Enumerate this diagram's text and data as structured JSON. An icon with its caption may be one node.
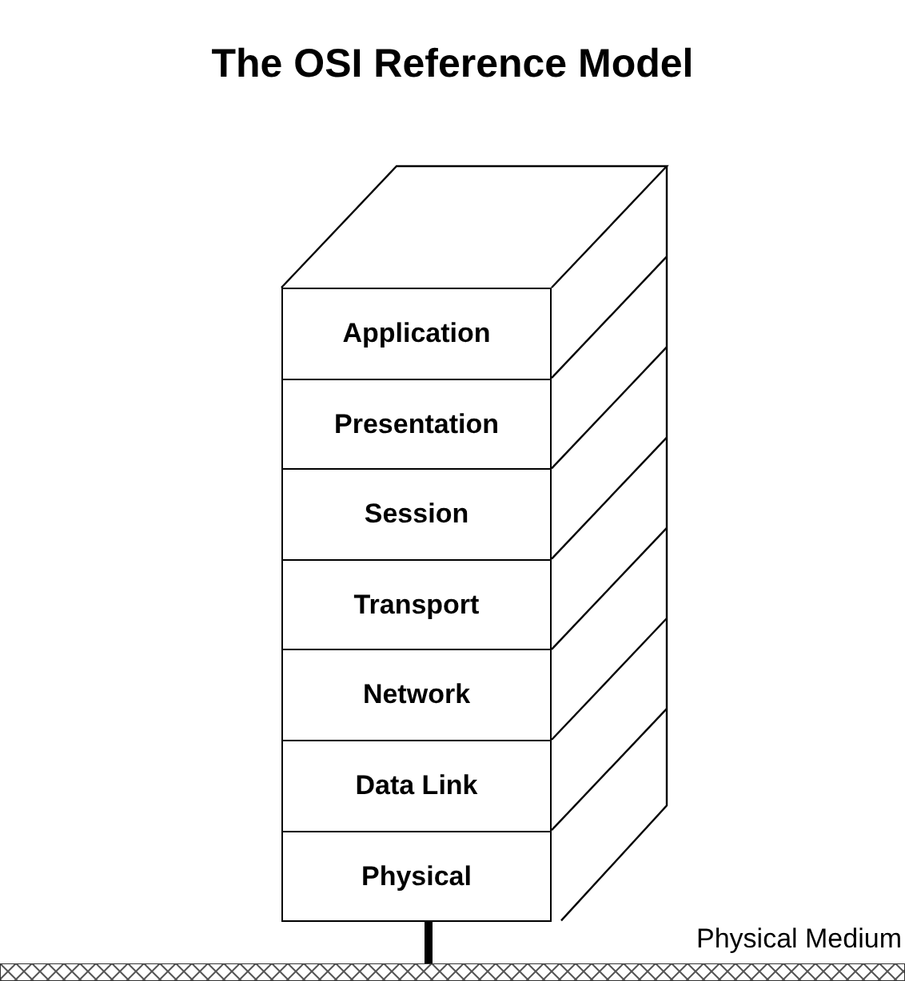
{
  "diagram": {
    "title": "The OSI Reference Model",
    "nodes": [
      {
        "text": [
          "Application"
        ]
      },
      {
        "text": [
          "Presentation"
        ]
      },
      {
        "text": [
          "Session"
        ]
      },
      {
        "text": [
          "Transport"
        ]
      },
      {
        "text": [
          "Network"
        ]
      },
      {
        "text": [
          "Data Link"
        ]
      },
      {
        "text": [
          "Physical"
        ]
      },
      {
        "text": [
          "Physical Medium"
        ]
      }
    ],
    "edges": [
      {
        "from": 6,
        "to": 7,
        "arrow": "none"
      }
    ]
  }
}
